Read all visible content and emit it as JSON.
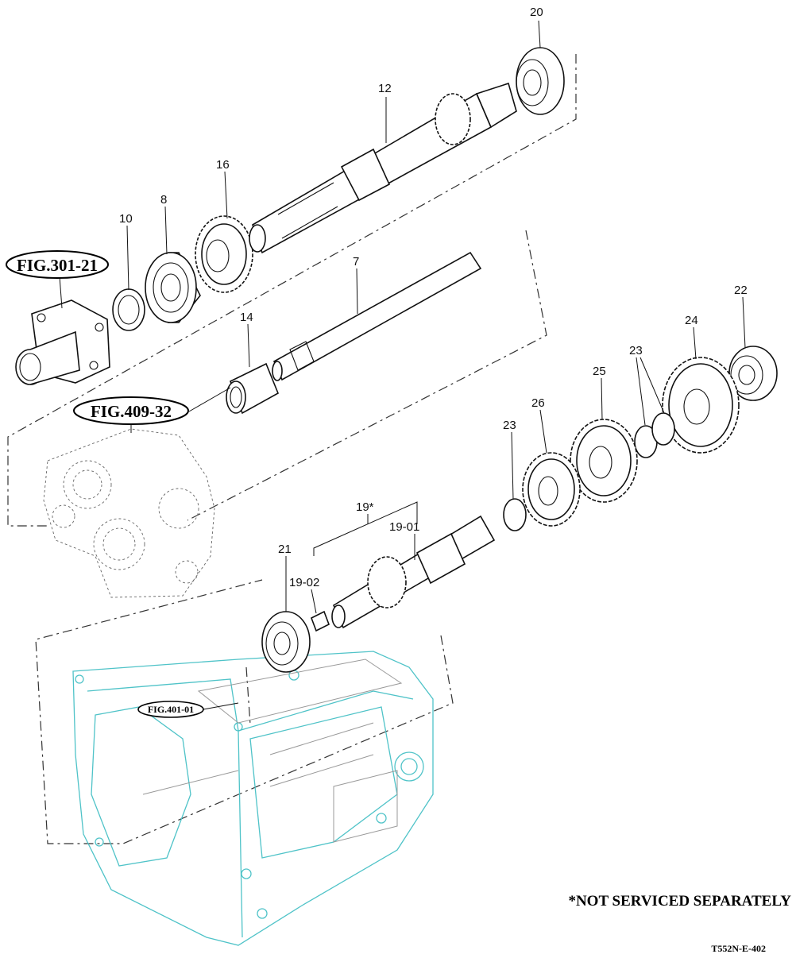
{
  "callouts": {
    "c20": "20",
    "c12": "12",
    "c16": "16",
    "c8": "8",
    "c10": "10",
    "c7": "7",
    "c14": "14",
    "c22": "22",
    "c24": "24",
    "c23a": "23",
    "c25": "25",
    "c26": "26",
    "c23b": "23",
    "c19": "19*",
    "c1901": "19-01",
    "c21": "21",
    "c1902": "19-02"
  },
  "figure_refs": {
    "fig301": "FIG.301-21",
    "fig409": "FIG.409-32",
    "fig401": "FIG.401-01"
  },
  "note": "*NOT SERVICED SEPARATELY",
  "drawing_code": "T552N-E-402",
  "colors": {
    "line": "#111111",
    "case_cyan": "#4fc3c8",
    "ghost_gray": "#666666"
  }
}
